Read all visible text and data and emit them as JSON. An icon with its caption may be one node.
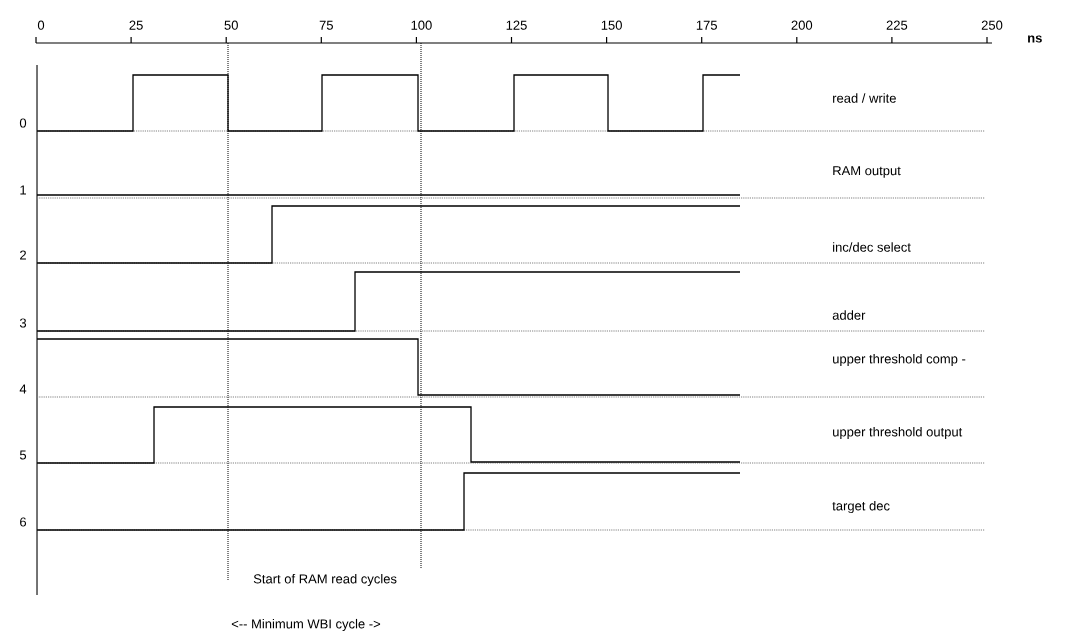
{
  "diagram": {
    "labels": [
      "0",
      "25",
      "50",
      "75",
      "100",
      "125",
      "150",
      "175",
      "200",
      "225",
      "250",
      "ns",
      "read / write",
      "0",
      "RAM output",
      "1",
      "inc/dec select",
      "2",
      "adder",
      "3",
      "upper threshold comp -",
      "4",
      "upper threshold output",
      "5",
      "target dec",
      "6",
      "Start of RAM read cycles",
      "<-- Minimum WBI cycle ->"
    ]
  }
}
